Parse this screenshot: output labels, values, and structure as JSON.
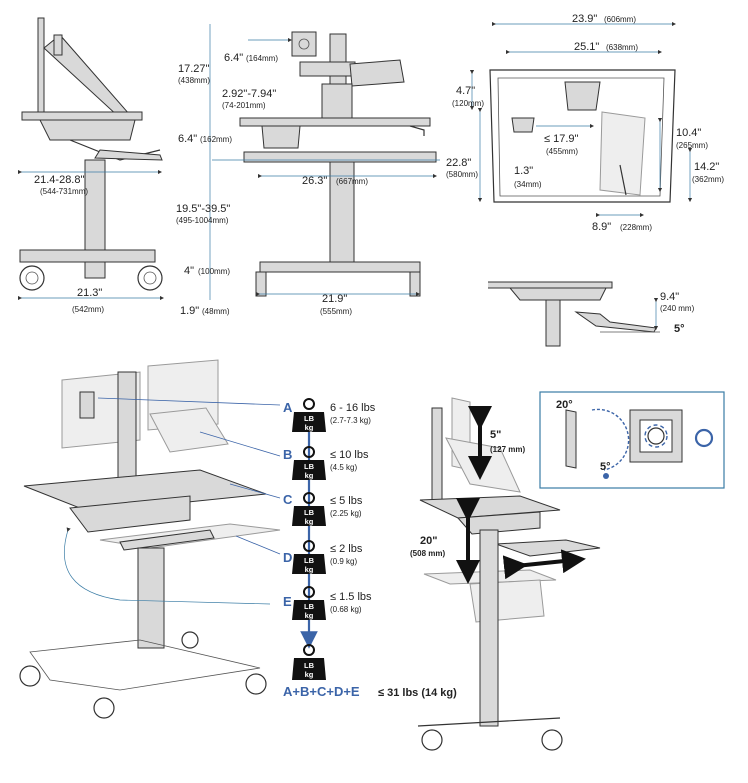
{
  "side_view": {
    "depth": "21.4-28.8\"",
    "depth_mm": "(544-731mm)",
    "base": "21.3\"",
    "base_mm": "(542mm)"
  },
  "front_view": {
    "top_height": "17.27\"",
    "top_height_mm": "(438mm)",
    "monitor_offset": "6.4\"",
    "monitor_offset_mm": "(164mm)",
    "keyboard_adj": "2.92\"-7.94\"",
    "keyboard_adj_mm": "(74-201mm)",
    "tray_height": "6.4\"",
    "tray_height_mm": "(162mm)",
    "worksurface_width": "26.3\"",
    "worksurface_width_mm": "(667mm)",
    "lift_range": "19.5\"-39.5\"",
    "lift_range_mm": "(495-1004mm)",
    "base_height": "4\"",
    "base_height_mm": "(100mm)",
    "base_width": "21.9\"",
    "base_width_mm": "(555mm)",
    "caster_height": "1.9\"",
    "caster_height_mm": "(48mm)"
  },
  "top_view": {
    "overall_width": "23.9\"",
    "overall_width_mm": "(606mm)",
    "monitor_span": "25.1\"",
    "monitor_span_mm": "(638mm)",
    "back_depth": "4.7\"",
    "back_depth_mm": "(120mm)",
    "arm_reach": "≤ 17.9\"",
    "arm_reach_mm": "(455mm)",
    "overall_depth": "22.8\"",
    "overall_depth_mm": "(580mm)",
    "handle_offset": "1.3\"",
    "handle_offset_mm": "(34mm)",
    "tray_depth": "10.4\"",
    "tray_depth_mm": "(265mm)",
    "tray_width": "14.2\"",
    "tray_width_mm": "(362mm)",
    "mouse_width": "8.9\"",
    "mouse_width_mm": "(228mm)"
  },
  "keyboard_tilt": {
    "drop": "9.4\"",
    "drop_mm": "(240 mm)",
    "angle": "5°"
  },
  "weights": [
    {
      "letter": "A",
      "value": "6 - 16 lbs",
      "metric": "(2.7-7.3 kg)"
    },
    {
      "letter": "B",
      "value": "≤ 10 lbs",
      "metric": "(4.5 kg)"
    },
    {
      "letter": "C",
      "value": "≤ 5 lbs",
      "metric": "(2.25 kg)"
    },
    {
      "letter": "D",
      "value": "≤ 2 lbs",
      "metric": "(0.9 kg)"
    },
    {
      "letter": "E",
      "value": "≤ 1.5 lbs",
      "metric": "(0.68 kg)"
    }
  ],
  "badge": {
    "lb": "LB",
    "kg": "kg"
  },
  "total": {
    "letters": "A+B+C+D+E",
    "value": "≤ 31 lbs (14 kg)"
  },
  "adjust_view": {
    "monitor_lift": "5\"",
    "monitor_lift_mm": "(127 mm)",
    "surface_lift": "20\"",
    "surface_lift_mm": "(508 mm)",
    "tilt_up": "20°",
    "tilt_down": "5°"
  },
  "colors": {
    "accent": "#3b64a8",
    "dim_line": "#3a7ca5"
  }
}
